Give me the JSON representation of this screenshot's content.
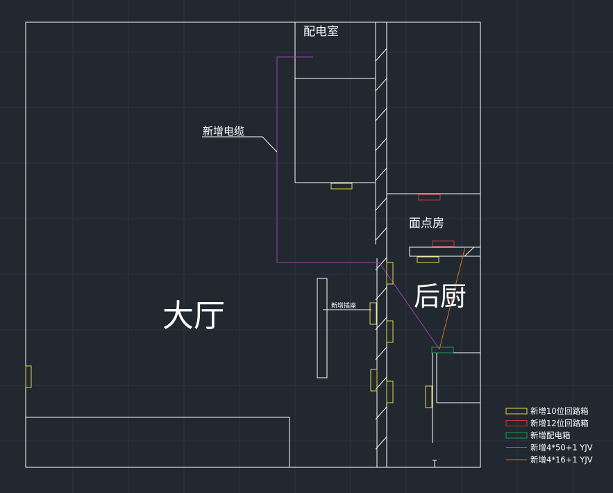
{
  "colors": {
    "background": "#212830",
    "grid": "#2c3440",
    "wall": "#ffffff",
    "box_10": "#e8d84a",
    "box_12": "#d03434",
    "distribution_box": "#1f9a4e",
    "cable_50": "#a040b0",
    "cable_16": "#e07020",
    "text": "#ffffff"
  },
  "rooms": {
    "hall": "大厅",
    "back_kitchen": "后厨",
    "power_room": "配电室",
    "pastry_room": "面点房"
  },
  "annotations": {
    "new_cable": "新增电缆",
    "new_socket": "新增插座"
  },
  "legend": [
    {
      "label": "新增10位回路箱",
      "kind": "box",
      "color": "#e8d84a",
      "icon": "yellow-rectangle-icon"
    },
    {
      "label": "新增12位回路箱",
      "kind": "box",
      "color": "#d03434",
      "icon": "red-rectangle-icon"
    },
    {
      "label": "新增配电箱",
      "kind": "box",
      "color": "#1f9a4e",
      "icon": "green-rectangle-icon"
    },
    {
      "label": "新增4*50+1 YJV",
      "kind": "line",
      "color": "#a040b0",
      "icon": "purple-line-icon"
    },
    {
      "label": "新增4*16+1 YJV",
      "kind": "line",
      "color": "#e07020",
      "icon": "orange-line-icon"
    }
  ]
}
